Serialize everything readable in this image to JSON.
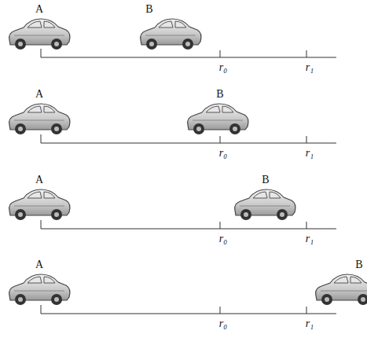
{
  "diagram": {
    "labels": [
      "A",
      "B",
      "r₀",
      "r₁",
      "A",
      "B",
      "r₀",
      "r₁",
      "A",
      "B",
      "r₀",
      "r₁",
      "A",
      "B",
      "r₀",
      "r₁"
    ]
  }
}
